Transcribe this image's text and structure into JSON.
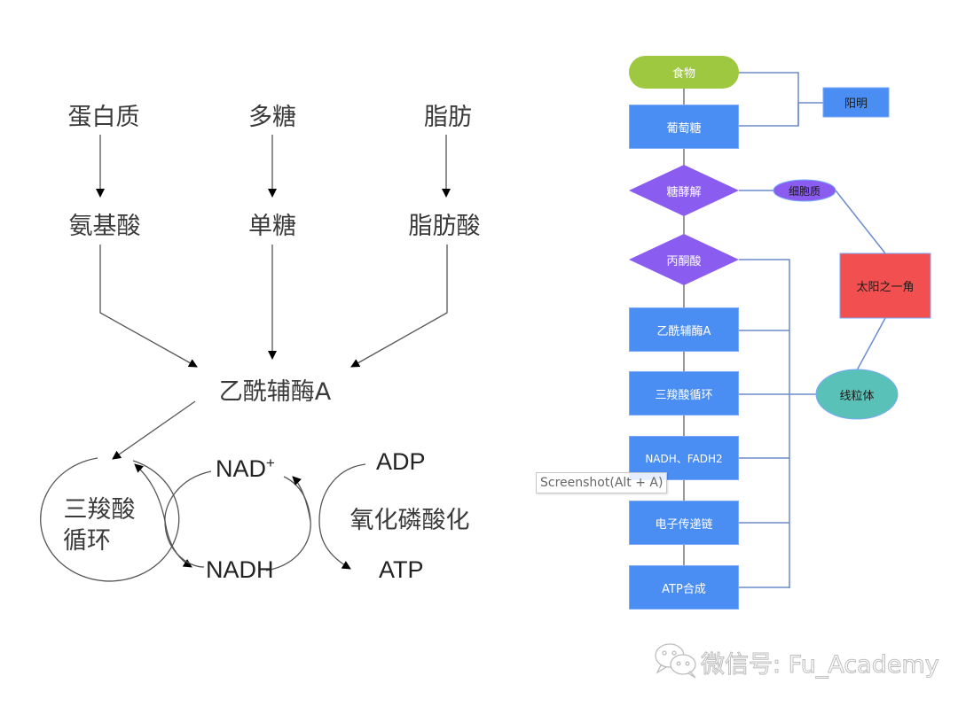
{
  "left_diagram": {
    "sources": [
      "蛋白质",
      "多糖",
      "脂肪"
    ],
    "products": [
      "氨基酸",
      "单糖",
      "脂肪酸"
    ],
    "hub": "乙酰辅酶A",
    "cycle": [
      "三羧酸",
      "循环"
    ],
    "nad_plus": "NAD",
    "nad_plus_sup": "+",
    "nadh": "NADH",
    "adp": "ADP",
    "atp": "ATP",
    "oxphos": "氧化磷酸化"
  },
  "flowchart": {
    "start": "食物",
    "steps": {
      "glucose": "葡萄糖",
      "glycolysis": "糖酵解",
      "pyruvate": "丙酮酸",
      "acetyl_coa": "乙酰辅酶A",
      "tca": "三羧酸循环",
      "nadh_fadh2": "NADH、FADH2",
      "etc": "电子传递链",
      "atp_synthesis": "ATP合成"
    },
    "yangming": "阳明",
    "cytoplasm": "细胞质",
    "taiyang": "太阳之一角",
    "mitochondria": "线粒体",
    "colors": {
      "green": "#9dc83f",
      "blue": "#4a8ef4",
      "purple": "#8b5cf0",
      "red": "#f25050",
      "teal": "#5ac1b8",
      "connector": "#6b8ccc"
    }
  },
  "tooltip": "Screenshot(Alt + A)",
  "watermark": "微信号: Fu_Academy"
}
